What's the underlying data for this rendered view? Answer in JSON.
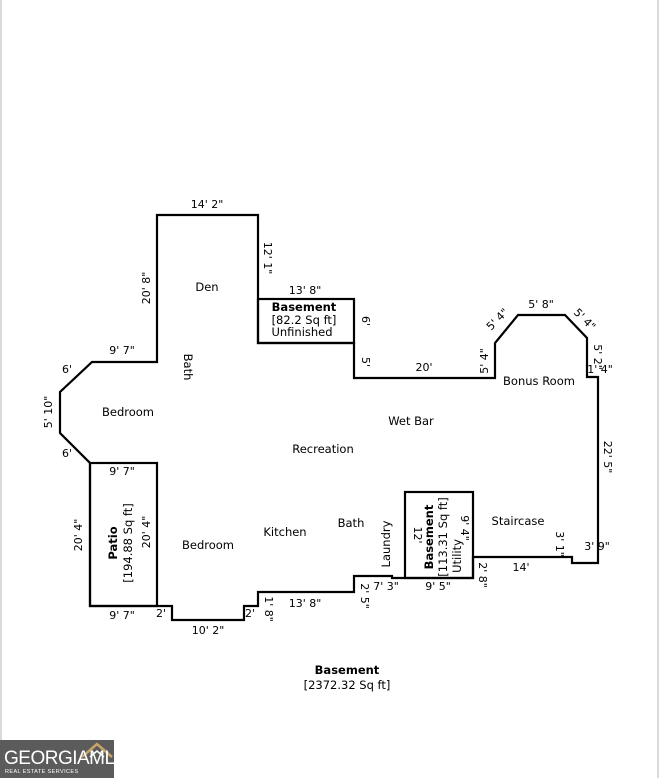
{
  "rooms": {
    "den": "Den",
    "bath_upper": "Bath",
    "bedroom_left": "Bedroom",
    "recreation": "Recreation",
    "wet_bar": "Wet Bar",
    "bonus_room": "Bonus Room",
    "staircase": "Staircase",
    "bedroom_lower": "Bedroom",
    "kitchen": "Kitchen",
    "bath_lower": "Bath",
    "laundry": "Laundry"
  },
  "basement_unfinished": {
    "title": "Basement",
    "area": "[82.2 Sq ft]",
    "status": "Unfinished"
  },
  "basement_utility": {
    "title": "Basement",
    "area": "[113.31 Sq ft]",
    "status": "Utility"
  },
  "patio": {
    "title": "Patio",
    "area": "[194.88 Sq ft]"
  },
  "summary": {
    "title": "Basement",
    "area": "[2372.32 Sq ft]"
  },
  "dimensions": {
    "den_top": "14' 2\"",
    "den_right": "12' 1\"",
    "den_left": "20' 8\"",
    "unfinished_top": "13' 8\"",
    "unfinished_right": "6'",
    "five_ft": "5'",
    "twenty_ft": "20'",
    "nine_seven_upper": "9' 7\"",
    "six_upper": "6'",
    "five_ten": "5' 10\"",
    "six_lower": "6'",
    "bonus_left": "5' 4\"",
    "bonus_diag_left": "5' 4\"",
    "bonus_top": "5' 8\"",
    "bonus_diag_right": "5' 4\"",
    "bonus_right_short": "5' 2\"",
    "bonus_right_jog": "1' 4\"",
    "right_wall": "22' 5\"",
    "three_nine": "3' 9\"",
    "three_one": "3' 1\"",
    "fourteen": "14'",
    "two_eight": "2' 8\"",
    "nine_five": "9' 5\"",
    "utility_left": "12'",
    "utility_right": "9' 4\"",
    "seven_three": "7' 3\"",
    "two_five": "2' 5\"",
    "thirteen_eight_lower": "13' 8\"",
    "one_eight": "1' 8\"",
    "two_lower_a": "2'",
    "ten_two": "10' 2\"",
    "two_lower_b": "2'",
    "nine_seven_bottom": "9' 7\"",
    "patio_left": "20' 4\"",
    "patio_right": "20' 4\"",
    "nine_seven_patio_top": "9' 7\""
  },
  "logo": {
    "name": "GEORGIAMLS",
    "tagline": "REAL ESTATE SERVICES"
  }
}
